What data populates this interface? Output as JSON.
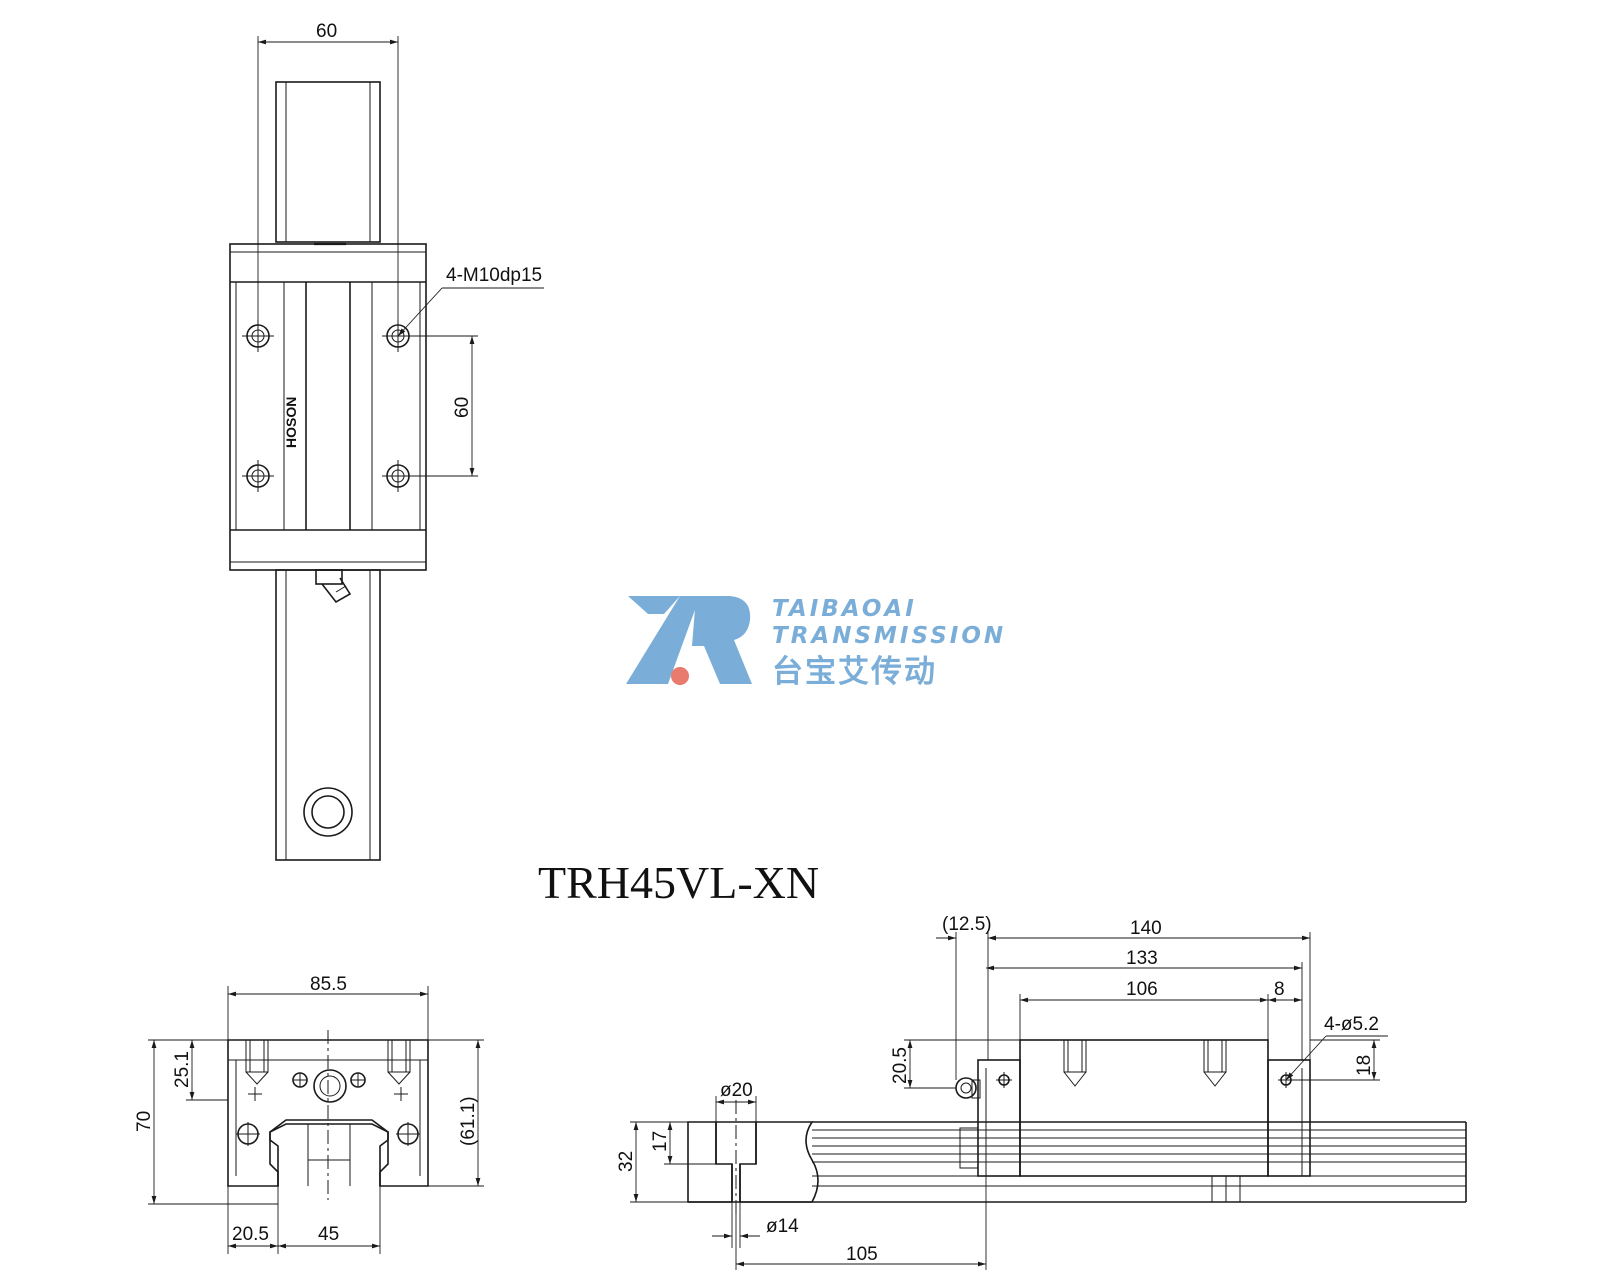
{
  "title": "TRH45VL-XN",
  "watermark": {
    "brand_en_line1": "TAIBAOAI",
    "brand_en_line2": "TRANSMISSION",
    "brand_cn": "台宝艾传动",
    "color": "#7aaed8",
    "accent_color": "#e87a6e"
  },
  "block_marking": "HOSON",
  "top_view": {
    "dim_width": "60",
    "dim_pitch": "60",
    "callout_holes": "4-M10dp15"
  },
  "end_view": {
    "dim_width": "85.5",
    "dim_height": "70",
    "dim_flange": "25.1",
    "dim_block_height": "(61.1)",
    "dim_offset": "20.5",
    "dim_rail_width": "45"
  },
  "side_view": {
    "dim_nipple": "(12.5)",
    "dim_overall": "140",
    "dim_body": "133",
    "dim_hole_pitch": "106",
    "dim_seal": "8",
    "callout_holes": "4-ø5.2",
    "dim_nipple_height": "20.5",
    "dim_hole_height": "18",
    "dim_counterbore": "ø20",
    "dim_rail_height": "32",
    "dim_cb_depth": "17",
    "dim_through_hole": "ø14",
    "dim_hole_pitch_rail": "105"
  }
}
